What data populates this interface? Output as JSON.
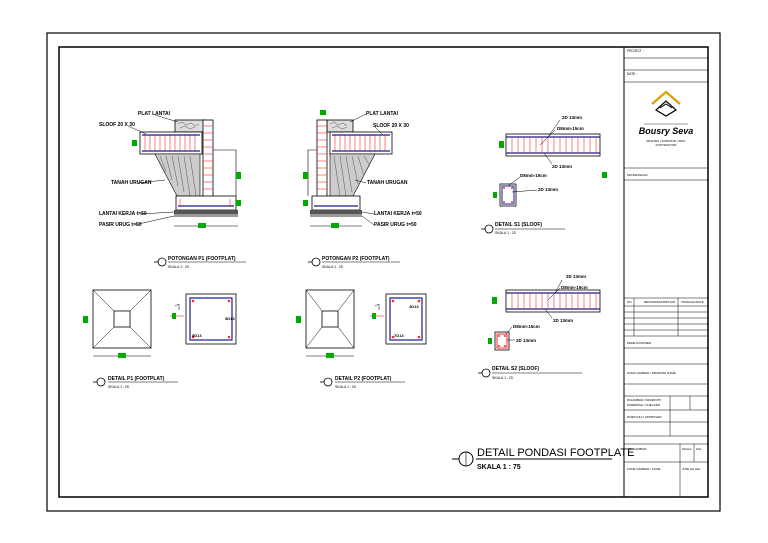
{
  "drawing": {
    "main_title": "DETAIL PONDASI FOOTPLATE",
    "main_scale": "SKALA 1 : 75"
  },
  "p1_section": {
    "label_plat": "PLAT LANTAI",
    "label_sloof": "SLOOF 20 X 30",
    "label_tanah": "TANAH URUGAN",
    "label_lantai_kerja": "LANTAI KERJA t=50",
    "label_pasir": "PASIR URUG t=50",
    "title": "POTONGAN P1 (FOOTPLAT)",
    "scale": "SKALA 1 : 25"
  },
  "p2_section": {
    "label_plat": "PLAT LANTAI",
    "label_sloof": "SLOOF 20 X 30",
    "label_tanah": "TANAH URUGAN",
    "label_lantai_kerja": "LANTAI KERJA t=50",
    "label_pasir": "PASIR URUG t=50",
    "title": "POTONGAN P2 (FOOTPLAT)",
    "scale": "SKALA 1 : 25"
  },
  "detail_p1": {
    "title": "DETAIL P1 (FOOTPLAT)",
    "scale": "SKALA 1 : 25",
    "col_label_a": "5D13",
    "col_label_b": "5D13"
  },
  "detail_p2": {
    "title": "DETAIL P2 (FOOTPLAT)",
    "scale": "SKALA 1 : 25",
    "col_label_a": "4D13",
    "col_label_b": "7D13"
  },
  "sloof_s1": {
    "top_rebar": "2D 13mm",
    "stirrup": "D8mm-15cm",
    "bottom_rebar": "2D 13mm",
    "sec_stirrup": "D8mm-15cm",
    "sec_rebar": "2D 13mm",
    "title": "DETAIL S1 (SLOOF)",
    "scale": "SKALA 1 : 20"
  },
  "sloof_s2": {
    "top_rebar": "2D 13mm",
    "stirrup": "D8mm-15cm",
    "bottom_rebar": "2D 13mm",
    "sec_stirrup": "D8mm-15cm",
    "sec_rebar": "2D 13mm",
    "title": "DETAIL S2 (SLOOF)",
    "scale": "SKALA 1 : 20"
  },
  "title_block": {
    "row_project": "PROJECT :",
    "row_date": "DATE :",
    "company_name": "Bousry Seva",
    "company_sub1": "ARSITEK | INTERIOR | SIPIL",
    "company_sub2": "KONTRAKTOR",
    "notes_label": "KETERANGAN",
    "rev_col1": "NO",
    "rev_col2": "REVISI/DESCRIPTION",
    "rev_col3": "TANGGAL/DATE",
    "owner_label": "PEMILIK/OWNER",
    "drawing_name_label": "NAMA GAMBAR / DRAWING NAME",
    "designer_label": "DIGAMBAR / DRAWN BY",
    "checked_label": "DIPERIKSA / CHECKED",
    "approved_label": "DISETUJUI / APPROVED",
    "sheet_label": "NO. GAMBAR",
    "scale_label": "SKALA",
    "no_label": "HAL",
    "code_label": "KODE GAMBAR / CODE",
    "sheet_total": "JUMLAH HAL"
  },
  "colors": {
    "line": "#000000",
    "rebar": "#ff2a2a",
    "concrete": "#1a1a8c",
    "dim": "#00aa00",
    "hatch": "#555555"
  }
}
